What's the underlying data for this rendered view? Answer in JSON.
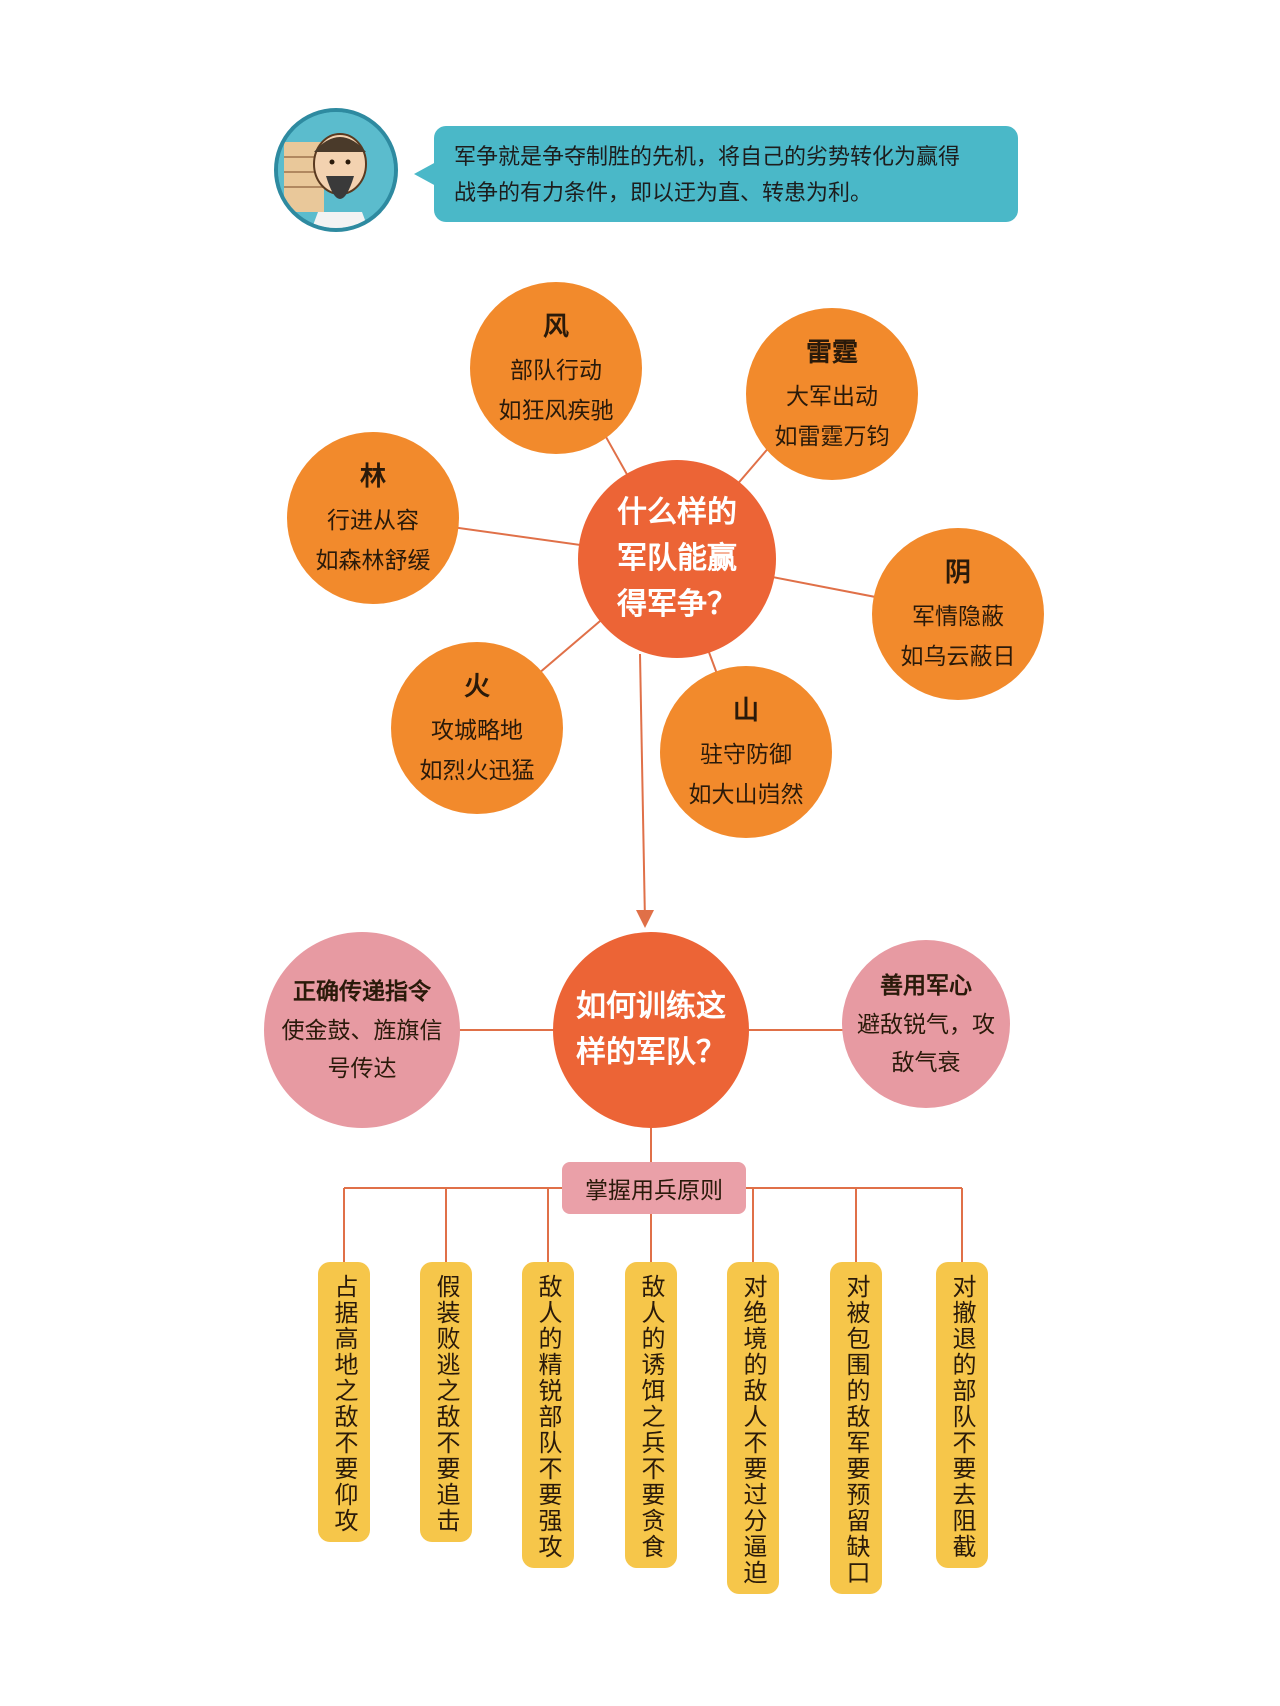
{
  "header": {
    "quote_line1": "军争就是争夺制胜的先机，将自己的劣势转化为赢得",
    "quote_line2": "战争的有力条件，即以迂为直、转患为利。"
  },
  "center_question": {
    "line1": "什么样的",
    "line2": "军队能赢",
    "line3": "得军争？"
  },
  "traits": [
    {
      "title": "风",
      "line1": "部队行动",
      "line2": "如狂风疾驰"
    },
    {
      "title": "雷霆",
      "line1": "大军出动",
      "line2": "如雷霆万钧"
    },
    {
      "title": "林",
      "line1": "行进从容",
      "line2": "如森林舒缓"
    },
    {
      "title": "阴",
      "line1": "军情隐蔽",
      "line2": "如乌云蔽日"
    },
    {
      "title": "火",
      "line1": "攻城略地",
      "line2": "如烈火迅猛"
    },
    {
      "title": "山",
      "line1": "驻守防御",
      "line2": "如大山岿然"
    }
  ],
  "training_question": {
    "line1": "如何训练这",
    "line2": "样的军队？"
  },
  "left_method": {
    "title": "正确传递指令",
    "line1": "使金鼓、旌旗信",
    "line2": "号传达"
  },
  "right_method": {
    "title": "善用军心",
    "line1": "避敌锐气，攻",
    "line2": "敌气衰"
  },
  "principle_label": "掌握用兵原则",
  "principles": [
    "占据高地之敌不要仰攻",
    "假装败逃之敌不要追击",
    "敌人的精锐部队不要强攻",
    "敌人的诱饵之兵不要贪食",
    "对绝境的敌人不要过分逼迫",
    "对被包围的敌军要预留缺口",
    "对撤退的部队不要去阻截"
  ],
  "colors": {
    "orange_circle": "#f28a2c",
    "center_circle": "#ec6436",
    "pink_circle": "#e79aa2",
    "yellow_box": "#f6c64a",
    "bubble": "#4ab8c8",
    "line": "#e07048"
  }
}
